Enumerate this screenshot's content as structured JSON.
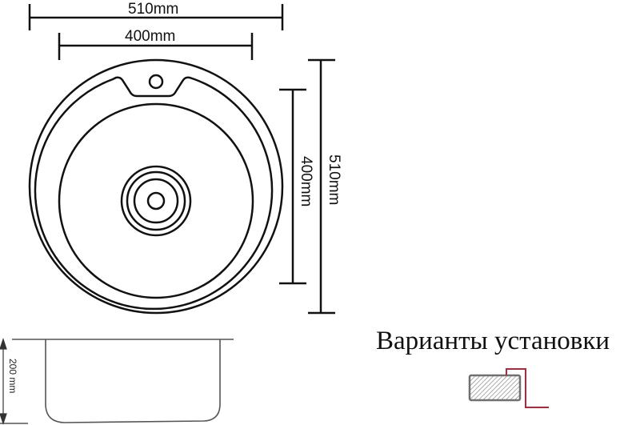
{
  "dimensions": {
    "top_outer": "510mm",
    "top_inner": "400mm",
    "side_outer": "510mm",
    "side_inner": "400mm",
    "depth": "200 mm"
  },
  "install": {
    "title": "Варианты установки",
    "icon": "undermount-install-icon",
    "accent_color": "#b0283c",
    "countertop_color": "#707070"
  },
  "colors": {
    "line": "#111111",
    "profile": "#555555"
  }
}
